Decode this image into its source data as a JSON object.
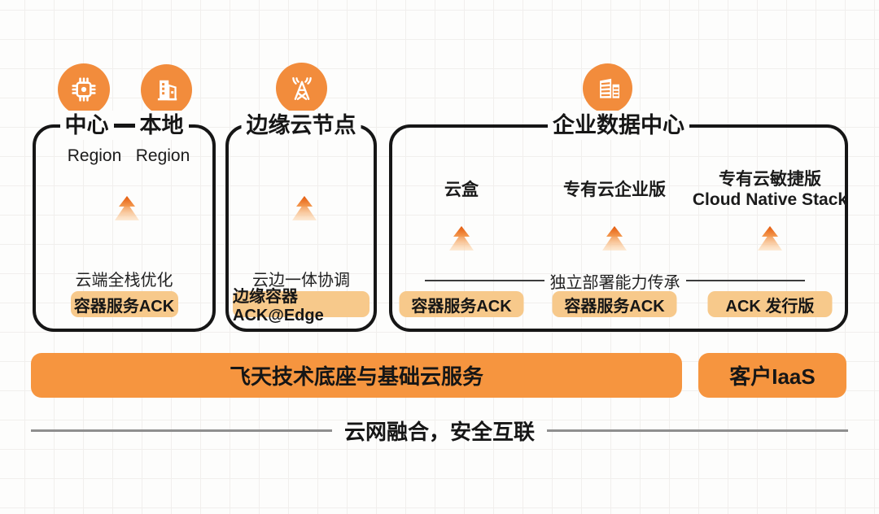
{
  "colors": {
    "orange_solid": "#F28C3C",
    "bar_orange": "#F6953F",
    "badge_fill": "#F7C98B",
    "border_ink": "#161616",
    "divider_gray": "#8f8f8f",
    "grid_line": "#f1efed"
  },
  "icons": {
    "central_primary": "cpu-chip-icon",
    "central_secondary": "office-building-icon",
    "edge": "signal-tower-icon",
    "enterprise": "datacenter-buildings-icon",
    "upgrade": "double-chevron-up-icon"
  },
  "central": {
    "title_left": "中心",
    "title_right": "本地",
    "region_left": "Region",
    "region_right": "Region",
    "caption": "云端全栈优化",
    "badge": "容器服务ACK"
  },
  "edge": {
    "title": "边缘云节点",
    "caption": "云边一体协调",
    "badge": "边缘容器ACK@Edge"
  },
  "enterprise": {
    "title": "企业数据中心",
    "divider_label": "独立部署能力传承",
    "columns": [
      {
        "label": "云盒",
        "sublabel": "",
        "badge": "容器服务ACK"
      },
      {
        "label": "专有云企业版",
        "sublabel": "",
        "badge": "容器服务ACK"
      },
      {
        "label": "专有云敏捷版",
        "sublabel": "Cloud Native Stack",
        "badge": "ACK 发行版"
      }
    ]
  },
  "foundation": {
    "main_label": "飞天技术底座与基础云服务",
    "side_label": "客户IaaS"
  },
  "footer": {
    "label": "云网融合，安全互联"
  }
}
